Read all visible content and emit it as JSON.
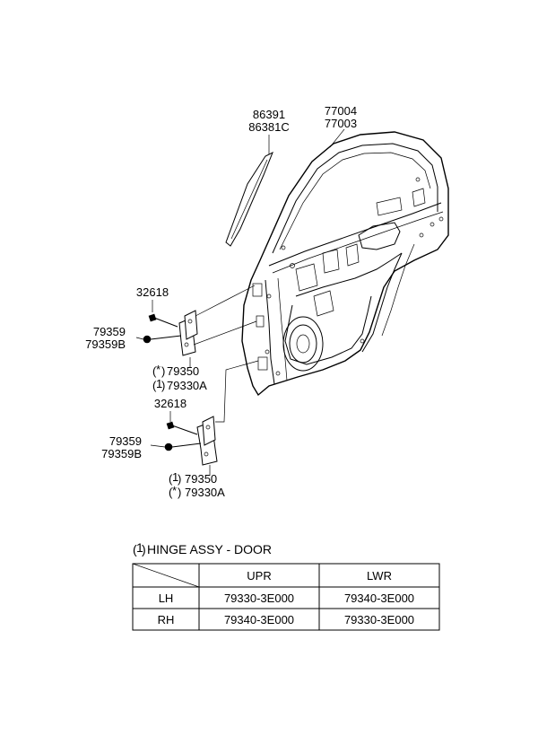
{
  "labels": {
    "top_molding_1": "86391",
    "top_molding_2": "86381C",
    "door_panel_1": "77004",
    "door_panel_2": "77003",
    "bolt_upper": "32618",
    "bolt_upper_b1": "79359",
    "bolt_upper_b2": "79359B",
    "hinge_upper_1": "79350",
    "hinge_upper_2": "79330A",
    "bolt_lower": "32618",
    "bolt_lower_b1": "79359",
    "bolt_lower_b2": "79359B",
    "hinge_lower_1": "79350",
    "hinge_lower_2": "79330A"
  },
  "legend": {
    "title": "HINGE ASSY - DOOR"
  },
  "table": {
    "columns": [
      "UPR",
      "LWR"
    ],
    "rows": [
      {
        "side": "LH",
        "upr": "79330-3E000",
        "lwr": "79340-3E000"
      },
      {
        "side": "RH",
        "upr": "79340-3E000",
        "lwr": "79330-3E000"
      }
    ]
  }
}
